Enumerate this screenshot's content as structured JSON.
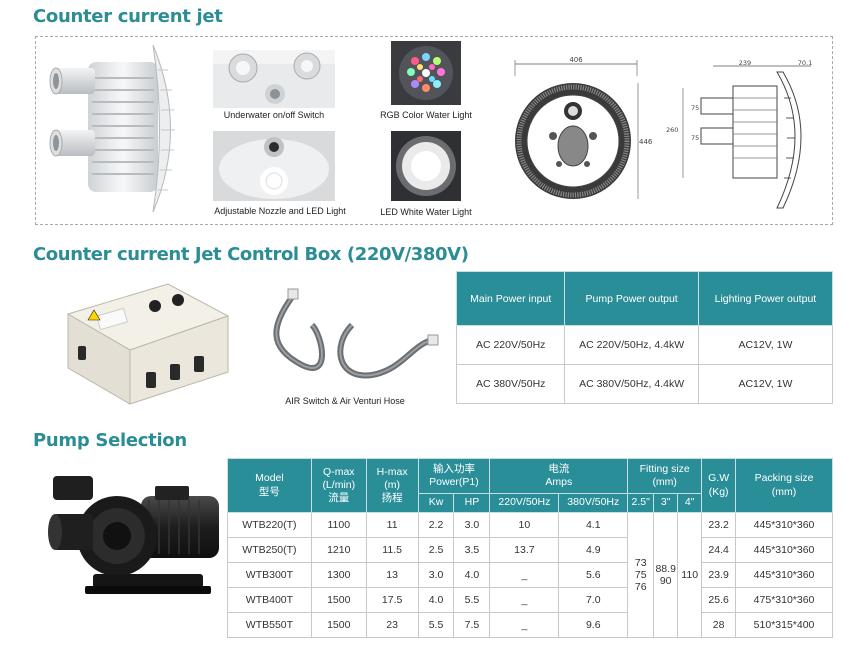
{
  "sections": {
    "jet_title": "Counter current jet",
    "control_title": "Counter current Jet Control Box (220V/380V)",
    "pump_title": "Pump Selection"
  },
  "jet_features": {
    "switch": "Underwater on/off Switch",
    "rgb": "RGB Color Water Light",
    "nozzle": "Adjustable Nozzle and LED Light",
    "white": "LED White Water Light"
  },
  "drawings": {
    "front_width": "406",
    "front_height": "446",
    "side_width": "239",
    "side_depth": "70.1",
    "side_height": "260",
    "side_dim_a": "75",
    "side_dim_b": "75"
  },
  "control_caption": "AIR Switch & Air Venturi Hose",
  "control_table": {
    "headers": [
      "Main Power input",
      "Pump Power output",
      "Lighting Power output"
    ],
    "rows": [
      [
        "AC 220V/50Hz",
        "AC 220V/50Hz, 4.4kW",
        "AC12V, 1W"
      ],
      [
        "AC 380V/50Hz",
        "AC 380V/50Hz, 4.4kW",
        "AC12V, 1W"
      ]
    ]
  },
  "pump_table": {
    "headers": {
      "model": "Model",
      "model_cn": "型号",
      "qmax": "Q-max",
      "qmax_unit": "(L/min)",
      "qmax_cn": "流量",
      "hmax": "H-max",
      "hmax_unit": "(m)",
      "hmax_cn": "扬程",
      "power_cn": "输入功率",
      "power": "Power(P1)",
      "kw": "Kw",
      "hp": "HP",
      "amps_cn": "电流",
      "amps": "Amps",
      "amps_220": "220V/50Hz",
      "amps_380": "380V/50Hz",
      "fitting": "Fitting size",
      "fitting_unit": "(mm)",
      "fit_25": "2.5\"",
      "fit_3": "3\"",
      "fit_4": "4\"",
      "gw": "G.W",
      "gw_unit": "(Kg)",
      "packing": "Packing size",
      "packing_unit": "(mm)"
    },
    "rows": [
      {
        "model": "WTB220(T)",
        "qmax": "1100",
        "hmax": "11",
        "kw": "2.2",
        "hp": "3.0",
        "a220": "10",
        "a380": "4.1",
        "gw": "23.2",
        "packing": "445*310*360"
      },
      {
        "model": "WTB250(T)",
        "qmax": "1210",
        "hmax": "11.5",
        "kw": "2.5",
        "hp": "3.5",
        "a220": "13.7",
        "a380": "4.9",
        "gw": "24.4",
        "packing": "445*310*360"
      },
      {
        "model": "WTB300T",
        "qmax": "1300",
        "hmax": "13",
        "kw": "3.0",
        "hp": "4.0",
        "a220": "_",
        "a380": "5.6",
        "gw": "23.9",
        "packing": "445*310*360"
      },
      {
        "model": "WTB400T",
        "qmax": "1500",
        "hmax": "17.5",
        "kw": "4.0",
        "hp": "5.5",
        "a220": "_",
        "a380": "7.0",
        "gw": "25.6",
        "packing": "475*310*360"
      },
      {
        "model": "WTB550T",
        "qmax": "1500",
        "hmax": "23",
        "kw": "5.5",
        "hp": "7.5",
        "a220": "_",
        "a380": "9.6",
        "gw": "28",
        "packing": "510*315*400"
      }
    ],
    "fitting_values": {
      "f25_a": "73",
      "f25_b": "75",
      "f25_c": "76",
      "f3_a": "88.9",
      "f3_b": "90",
      "f4": "110"
    }
  }
}
